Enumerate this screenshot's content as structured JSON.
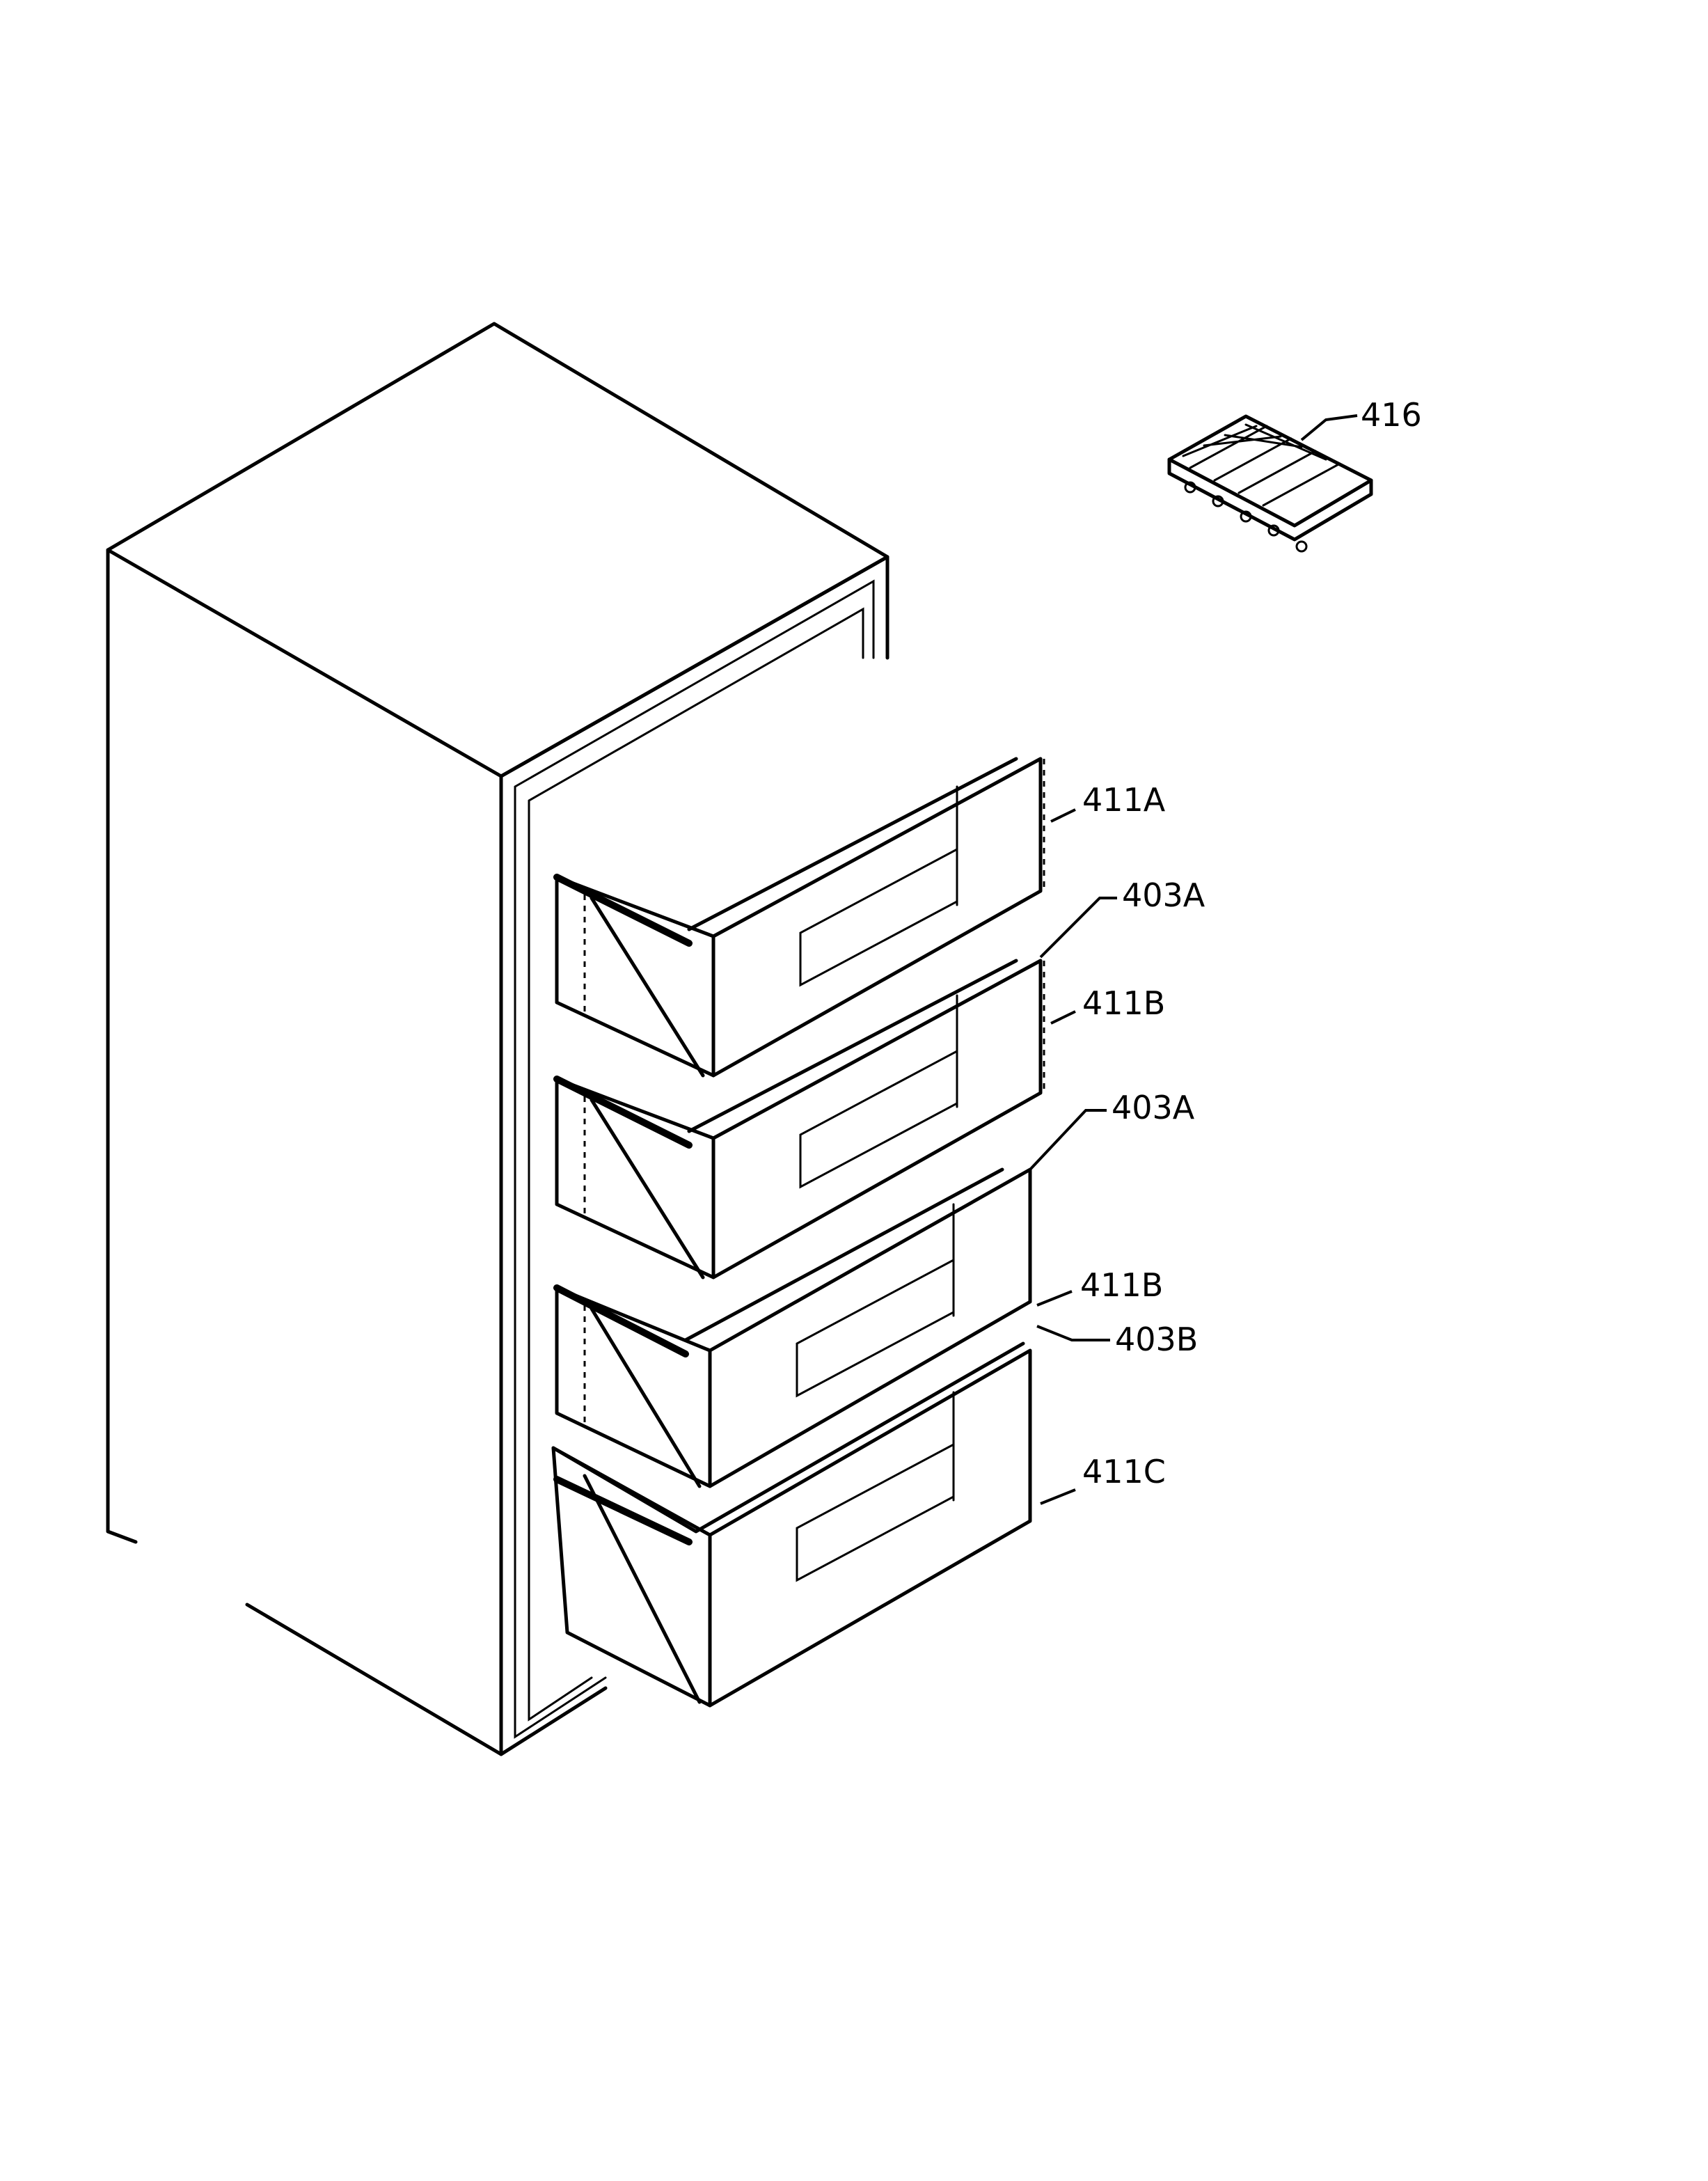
{
  "callouts": {
    "ice_tray": "416",
    "drawer_top": "411A",
    "shelf_1": "403A",
    "drawer_2": "411B",
    "shelf_2": "403A",
    "drawer_3": "411B",
    "shelf_3": "403B",
    "drawer_bottom": "411C"
  },
  "colors": {
    "ink": "#000000",
    "paper": "#ffffff"
  }
}
